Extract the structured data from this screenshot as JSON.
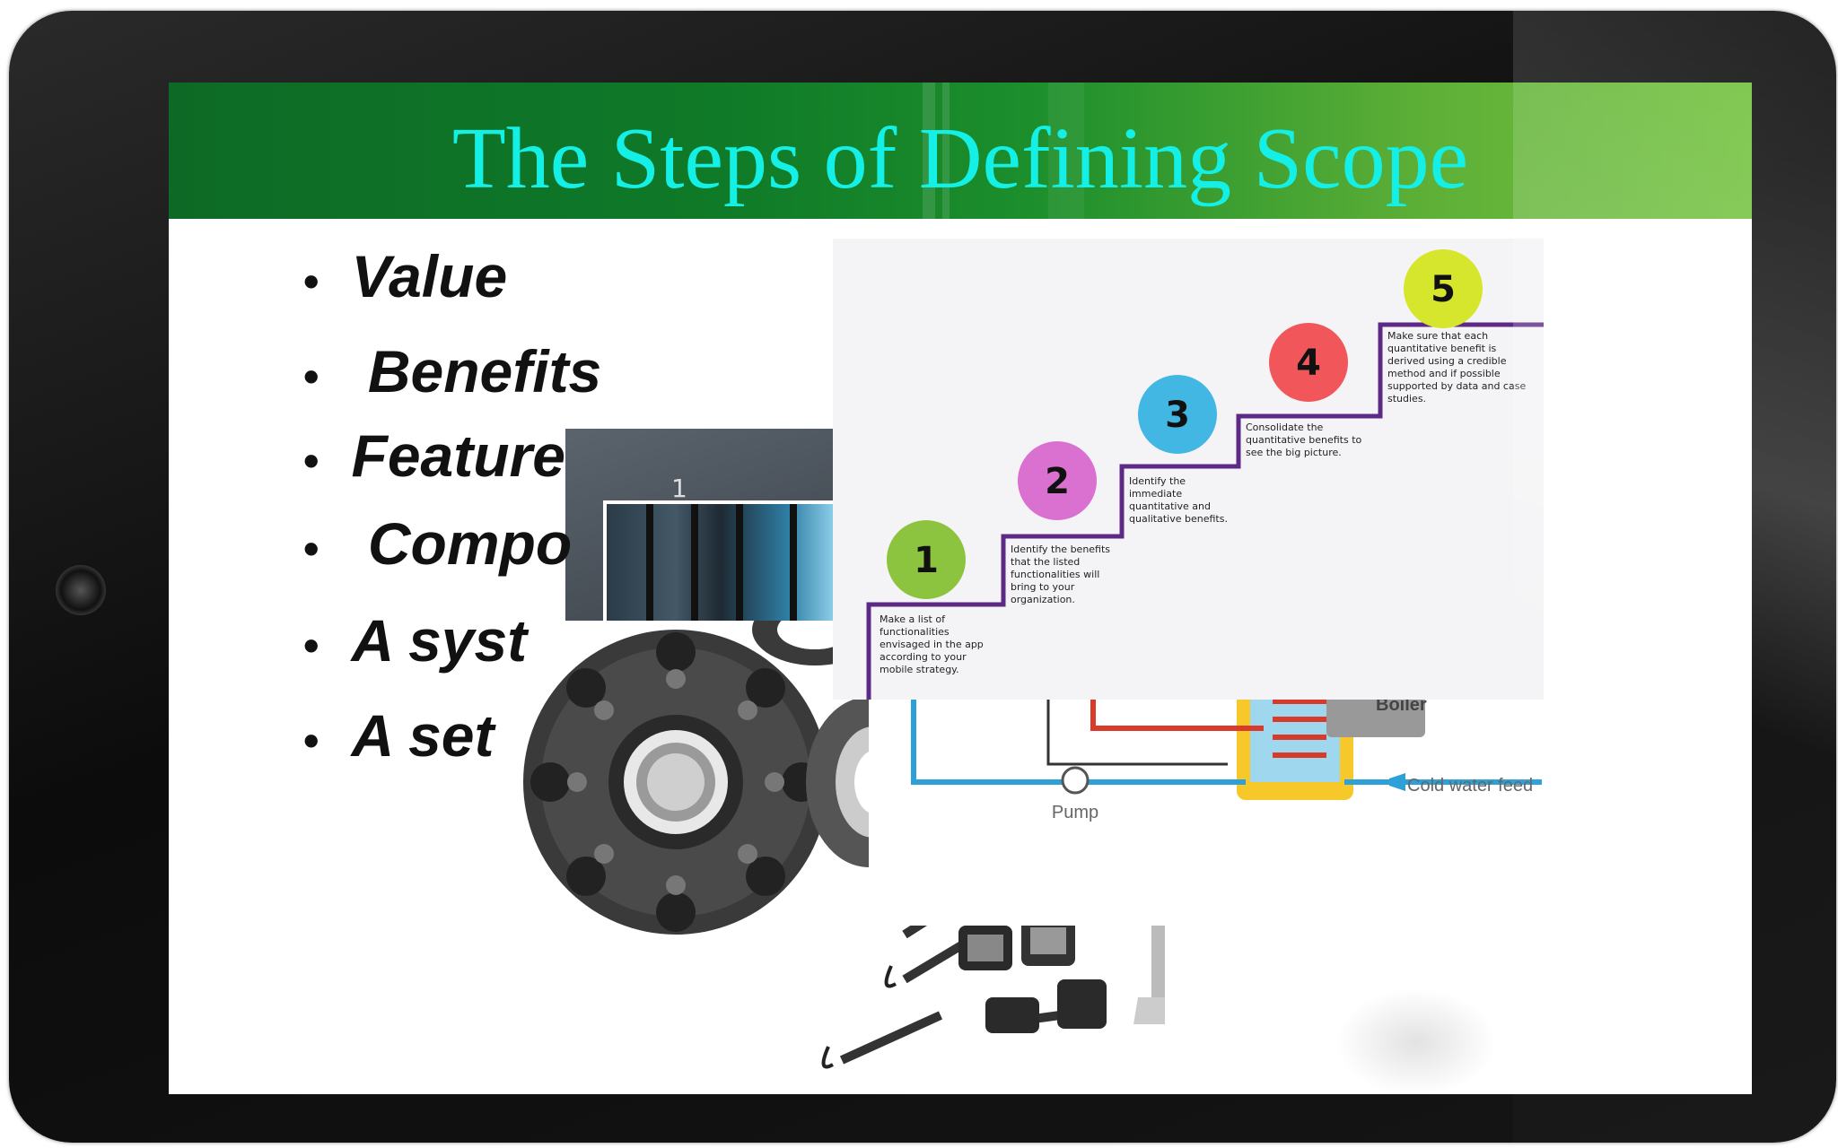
{
  "slide": {
    "title": "The Steps of Defining Scope",
    "bullets": [
      "Value",
      "Benefits",
      "Feature",
      "Compo",
      "A syst",
      "A set"
    ]
  },
  "steps_image": {
    "steps": [
      {
        "number": "1",
        "color": "#8dc43f",
        "text": "Make a list of functionalities envisaged in the app according to your mobile strategy."
      },
      {
        "number": "2",
        "color": "#da70d0",
        "text": "Identify the benefits that the listed functionalities will bring to your organization."
      },
      {
        "number": "3",
        "color": "#43b7e3",
        "text": "Identify the immediate quantitative and qualitative benefits."
      },
      {
        "number": "4",
        "color": "#f0565a",
        "text": "Consolidate the quantitative benefits to see the big picture."
      },
      {
        "number": "5",
        "color": "#d6e62d",
        "text": "Make sure that each quantitative benefit is derived using a credible method and if possible supported by data and case studies."
      }
    ],
    "line_color": "#5c2a86"
  },
  "boiler_image": {
    "labels": {
      "pump": "Pump",
      "cold_water": "Cold water feed",
      "boiler": "Boiler"
    }
  },
  "photo_number": "1",
  "colors": {
    "title": "#14f0e6",
    "banner_dark": "#0d6a26",
    "banner_light": "#72c23e"
  }
}
